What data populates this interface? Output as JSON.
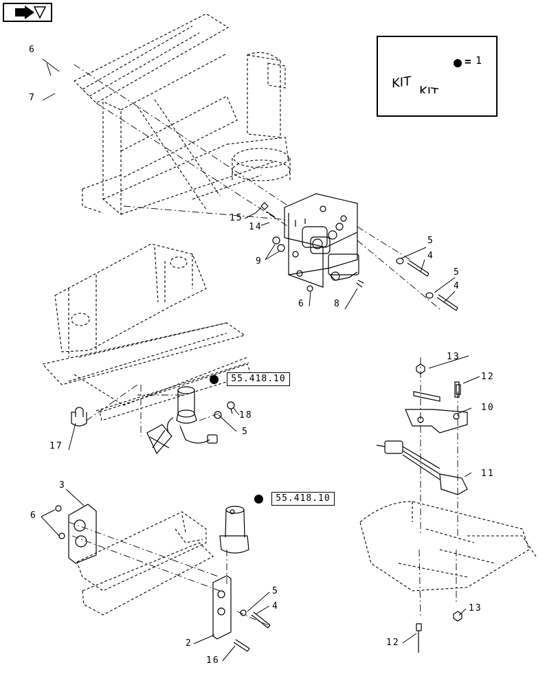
{
  "header": {
    "nav_icon": "arrow-right-icon"
  },
  "kit_legend": {
    "label_left": "KIT",
    "label_right": "KIT",
    "equals": "=",
    "quantity": "1"
  },
  "references": [
    {
      "code": "55.418.10"
    },
    {
      "code": "55.418.10"
    }
  ],
  "callouts": {
    "c6a": "6",
    "c7": "7",
    "c15": "15",
    "c14": "14",
    "c9": "9",
    "c6b": "6",
    "c8": "8",
    "c5a": "5",
    "c4a": "4",
    "c5b": "5",
    "c4b": "4",
    "c13a": "13",
    "c12a": "12",
    "c10": "10",
    "c11": "11",
    "c18": "18",
    "c5c": "5",
    "c17": "17",
    "c3": "3",
    "c6c": "6",
    "c5d": "5",
    "c4c": "4",
    "c2": "2",
    "c16": "16",
    "c13b": "13",
    "c12b": "12"
  },
  "colors": {
    "line": "#000000",
    "background": "#ffffff"
  }
}
